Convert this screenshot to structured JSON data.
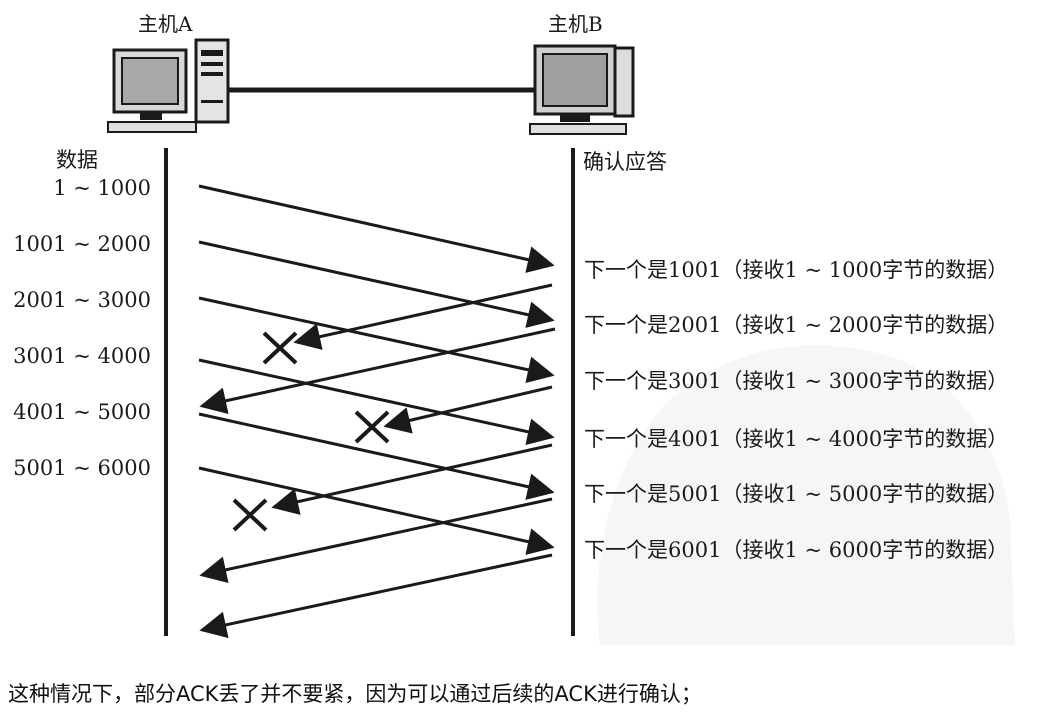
{
  "host_a": {
    "label": "主机A"
  },
  "host_b": {
    "label": "主机B"
  },
  "data_header": "数据",
  "ack_header": "确认应答",
  "data_segments": [
    "1 ~ 1000",
    "1001 ~ 2000",
    "2001 ~ 3000",
    "3001 ~ 4000",
    "4001 ~ 5000",
    "5001 ~ 6000"
  ],
  "ack_messages": [
    "下一个是1001（接收1 ~ 1000字节的数据）",
    "下一个是2001（接收1 ~ 2000字节的数据）",
    "下一个是3001（接收1 ~ 3000字节的数据）",
    "下一个是4001（接收1 ~ 4000字节的数据）",
    "下一个是5001（接收1 ~ 5000字节的数据）",
    "下一个是6001（接收1 ~ 6000字节的数据）"
  ],
  "lost_ack_marker": "✕",
  "caption": "这种情况下，部分ACK丢了并不要紧，因为可以通过后续的ACK进行确认；",
  "colors": {
    "line": "#1a1a1a",
    "background": "#ffffff",
    "watermark": "#ececec"
  }
}
